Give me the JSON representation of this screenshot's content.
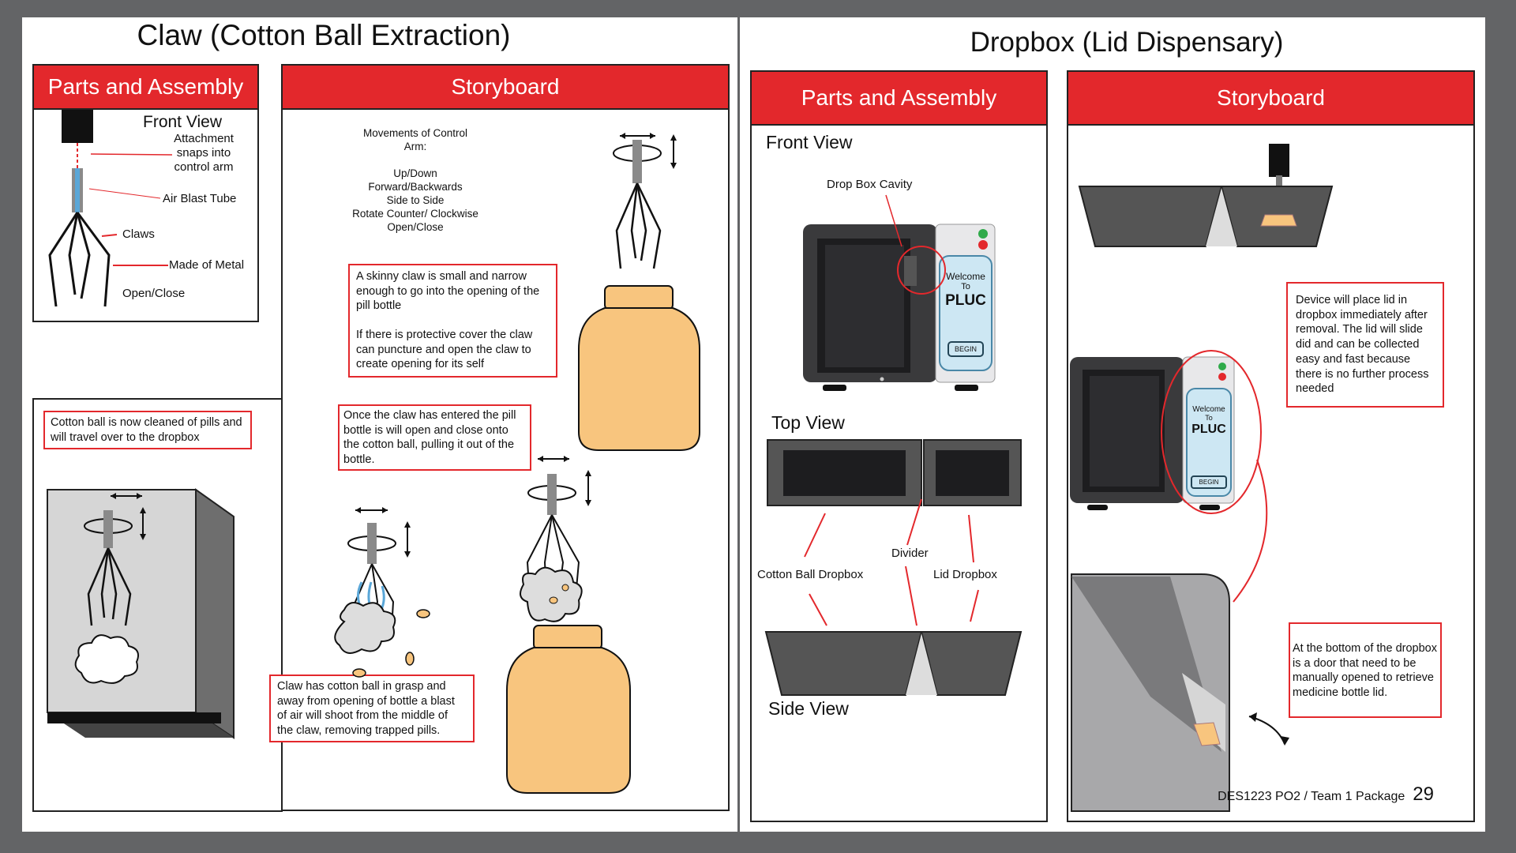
{
  "left_page": {
    "title": "Claw (Cotton Ball Extraction)",
    "parts_panel": {
      "header": "Parts and Assembly",
      "view_title": "Front View",
      "labels": {
        "attachment": "Attachment\nsnaps into\ncontrol arm",
        "air_blast_tube": "Air Blast Tube",
        "claws": "Claws",
        "made_of_metal": "Made of Metal",
        "open_close": "Open/Close"
      }
    },
    "storyboard_panel": {
      "header": "Storyboard",
      "movements_text": "Movements of Control\nArm:\n\nUp/Down\nForward/Backwards\nSide to Side\nRotate Counter/ Clockwise\nOpen/Close",
      "notes": {
        "skinny_claw": "A skinny claw is small and narrow enough to go into the opening of the pill bottle\n\nIf there is protective cover the claw can puncture and open the claw to create opening for its self",
        "claw_entered": "Once the claw has entered the pill bottle is will open and close onto the cotton ball, pulling it out of the bottle.",
        "cotton_cleaned": "Cotton ball is now cleaned of pills and will travel over to the dropbox",
        "air_blast": "Claw has cotton ball in grasp and away from opening of bottle a blast of air will shoot from the middle of the claw, removing trapped pills."
      }
    }
  },
  "right_page": {
    "title": "Dropbox (Lid Dispensary)",
    "parts_panel": {
      "header": "Parts and Assembly",
      "front_view": "Front  View",
      "drop_box_cavity": "Drop Box Cavity",
      "top_view": "Top View",
      "divider": "Divider",
      "cotton_ball_dropbox": "Cotton Ball Dropbox",
      "lid_dropbox": "Lid Dropbox",
      "side_view": "Side View",
      "device_screen": {
        "welcome": "Welcome",
        "to": "To",
        "brand": "PLUC",
        "begin": "BEGIN"
      }
    },
    "storyboard_panel": {
      "header": "Storyboard",
      "notes": {
        "device_place_lid": "Device will place lid in dropbox immediately after removal. The lid will slide did and can be collected easy and fast because there is no further process needed",
        "bottom_door": "At the bottom of the dropbox is a door that need to be manually opened to retrieve medicine bottle lid."
      }
    }
  },
  "footer": {
    "package": "DES1223 PO2 / Team 1 Package",
    "page_number": "29"
  },
  "colors": {
    "accent_red": "#e3282c",
    "frame_gray": "#636466",
    "bottle_orange": "#f8c57e",
    "device_dark": "#3a3a3c",
    "screen_blue": "#cde7f3"
  }
}
